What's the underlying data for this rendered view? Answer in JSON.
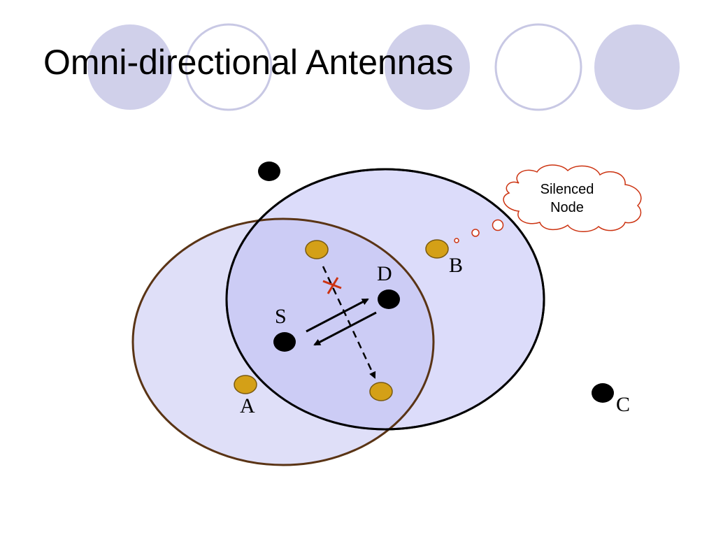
{
  "slide": {
    "title": "Omni-directional Antennas"
  },
  "diagram": {
    "node_labels": {
      "s": "S",
      "d": "D",
      "a": "A",
      "b": "B",
      "c": "C"
    },
    "callout": {
      "line1": "Silenced",
      "line2": "Node"
    },
    "colors": {
      "deco_circle_fill": "#d0d0ea",
      "deco_circle_stroke": "#c8c8e4",
      "range_fill": "#dcdcfa",
      "range_s_stroke": "#5a3415",
      "range_d_stroke": "#000000",
      "active_node": "#000000",
      "silenced_node": "#d4a017",
      "blocked_mark": "#cc3311",
      "callout_stroke": "#cc3311"
    }
  }
}
